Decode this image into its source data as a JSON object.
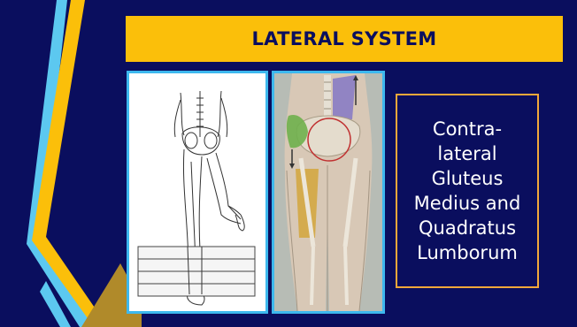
{
  "slide": {
    "title": "LATERAL SYSTEM",
    "text_box": {
      "lines": [
        "Contra-",
        "lateral",
        "Gluteus",
        "Medius and",
        "Quadratus",
        "Lumborum"
      ]
    },
    "colors": {
      "background": "#0a0e5e",
      "title_bar": "#fbbf0a",
      "image_border": "#3db8ee",
      "text_box_border": "#f2a83a",
      "stripe_cyan": "#5cc8f0",
      "stripe_yellow": "#fbbf0a",
      "corner_brown": "#b08a2a"
    }
  }
}
